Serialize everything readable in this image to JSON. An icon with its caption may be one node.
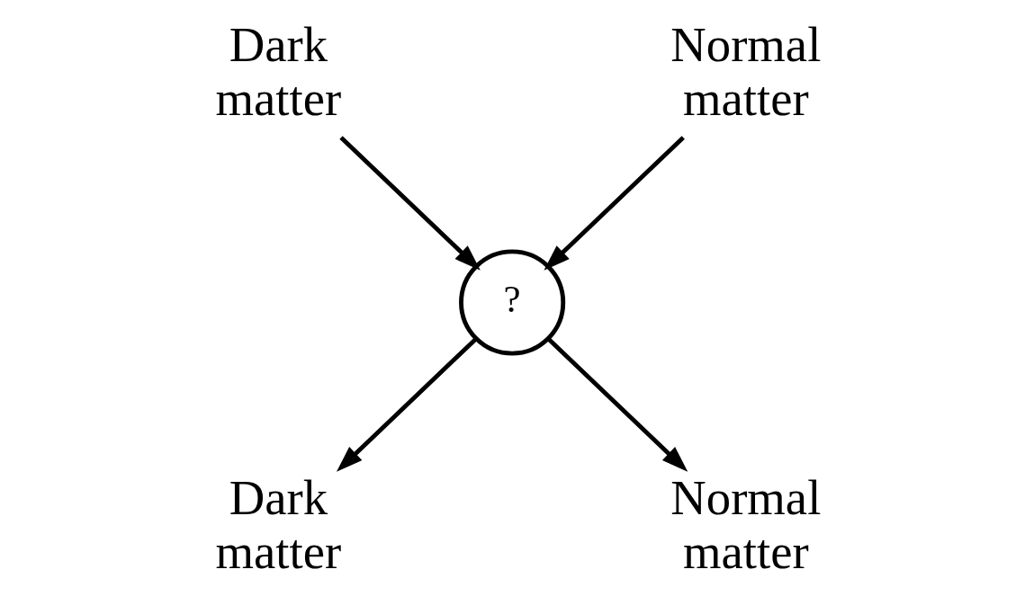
{
  "diagram": {
    "nodes": [
      {
        "text": [
          "Dark matter"
        ]
      },
      {
        "text": [
          "Normal matter"
        ]
      },
      {
        "text": [
          "?"
        ]
      },
      {
        "text": [
          "Dark matter"
        ]
      },
      {
        "text": [
          "Normal matter"
        ]
      }
    ],
    "edges": [
      {
        "from": 0,
        "to": 2,
        "arrow": "to"
      },
      {
        "from": 1,
        "to": 2,
        "arrow": "to"
      },
      {
        "from": 2,
        "to": 3,
        "arrow": "to"
      },
      {
        "from": 2,
        "to": 4,
        "arrow": "to"
      }
    ]
  }
}
